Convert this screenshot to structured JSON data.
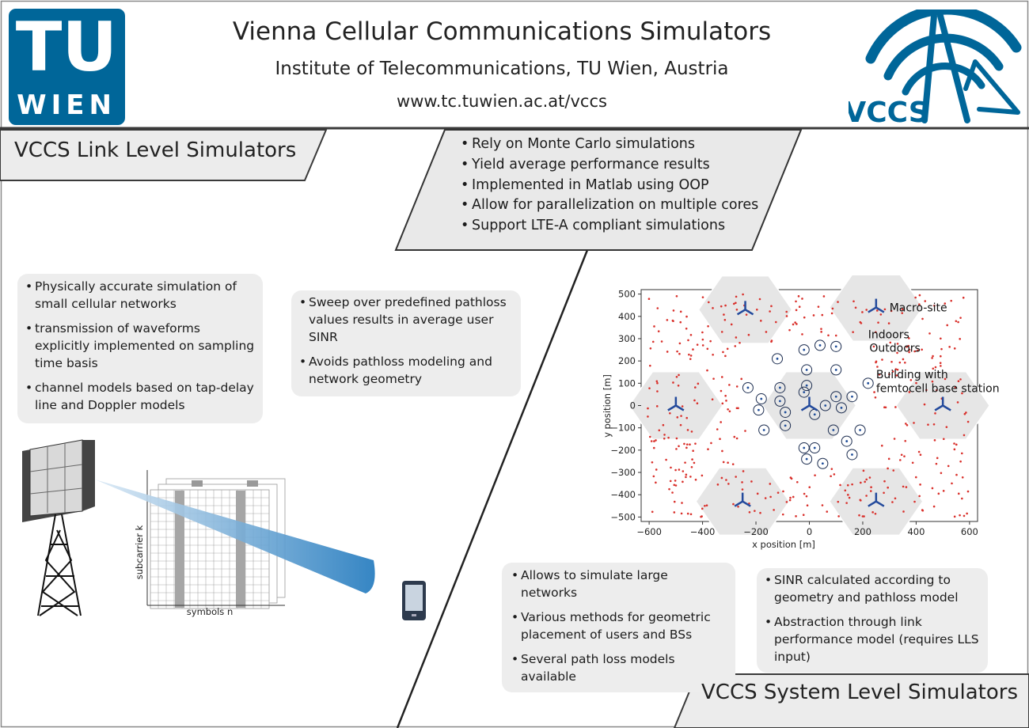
{
  "header": {
    "title": "Vienna Cellular Communications Simulators",
    "subtitle": "Institute of Telecommunications, TU Wien, Austria",
    "url": "www.tc.tuwien.ac.at/vccs",
    "logo_left": {
      "line1": "TU",
      "line2": "WIEN"
    },
    "logo_right": {
      "text": "VCCS"
    }
  },
  "colors": {
    "tu_blue": "#006699",
    "panel_gray": "#ececec",
    "point_red": "#d9302b",
    "beam_blue": "#1f78bd"
  },
  "features": [
    "Rely on Monte Carlo simulations",
    "Yield average performance results",
    "Implemented in Matlab using OOP",
    "Allow for parallelization on multiple cores",
    "Support LTE-A compliant simulations"
  ],
  "lls": {
    "title": "VCCS Link Level Simulators",
    "box1": [
      "Physically accurate simulation of small cellular networks",
      "transmission of waveforms explicitly implemented on sampling time basis",
      "channel models based on tap-delay line and Doppler models"
    ],
    "box2": [
      "Sweep over predefined pathloss values results in average user SINR",
      "Avoids pathloss modeling and network geometry"
    ],
    "grid_ylabel": "subcarrier  k",
    "grid_xlabel": "symbols n"
  },
  "sls": {
    "title": "VCCS System Level Simulators",
    "box1": [
      "Allows to simulate large networks",
      "Various methods for geometric placement of users and BSs",
      "Several path loss models available"
    ],
    "box2": [
      "SINR calculated according to geometry and pathloss model",
      "Abstraction through link performance model (requires LLS input)"
    ]
  },
  "chart_data": {
    "type": "scatter",
    "xlabel": "x position [m]",
    "ylabel": "y position [m]",
    "xlim": [
      -630,
      630
    ],
    "ylim": [
      -520,
      520
    ],
    "xticks": [
      -600,
      -400,
      -200,
      0,
      200,
      400,
      600
    ],
    "yticks": [
      500,
      400,
      300,
      200,
      100,
      0,
      -100,
      -200,
      -300,
      -400,
      -500
    ],
    "macro_sites": [
      {
        "x": -240,
        "y": 430
      },
      {
        "x": 250,
        "y": 440
      },
      {
        "x": -500,
        "y": 0
      },
      {
        "x": 0,
        "y": 0
      },
      {
        "x": 500,
        "y": 0
      },
      {
        "x": -250,
        "y": -430
      },
      {
        "x": 250,
        "y": -430
      }
    ],
    "annotations": [
      {
        "text": "Macro-site",
        "x": 300,
        "y": 440
      },
      {
        "text": "Indoors",
        "x": 220,
        "y": 320
      },
      {
        "text": "Outdoors",
        "x": 225,
        "y": 260
      },
      {
        "text": "Building with",
        "x": 250,
        "y": 140
      },
      {
        "text": "femtocell base station",
        "x": 250,
        "y": 78
      }
    ],
    "femtocells": [
      {
        "x": -20,
        "y": 250
      },
      {
        "x": 40,
        "y": 270
      },
      {
        "x": 100,
        "y": 265
      },
      {
        "x": -120,
        "y": 210
      },
      {
        "x": -10,
        "y": 160
      },
      {
        "x": 100,
        "y": 160
      },
      {
        "x": 220,
        "y": 100
      },
      {
        "x": -230,
        "y": 80
      },
      {
        "x": -110,
        "y": 80
      },
      {
        "x": -10,
        "y": 90
      },
      {
        "x": 100,
        "y": 40
      },
      {
        "x": 160,
        "y": 40
      },
      {
        "x": -180,
        "y": 30
      },
      {
        "x": -110,
        "y": 20
      },
      {
        "x": -20,
        "y": 60
      },
      {
        "x": 120,
        "y": -10
      },
      {
        "x": -190,
        "y": -20
      },
      {
        "x": -90,
        "y": -30
      },
      {
        "x": 20,
        "y": -40
      },
      {
        "x": 60,
        "y": 0
      },
      {
        "x": -170,
        "y": -110
      },
      {
        "x": -90,
        "y": -90
      },
      {
        "x": 90,
        "y": -110
      },
      {
        "x": 190,
        "y": -110
      },
      {
        "x": -20,
        "y": -190
      },
      {
        "x": 20,
        "y": -190
      },
      {
        "x": 140,
        "y": -160
      },
      {
        "x": -10,
        "y": -240
      },
      {
        "x": 50,
        "y": -260
      },
      {
        "x": 160,
        "y": -220
      }
    ]
  }
}
